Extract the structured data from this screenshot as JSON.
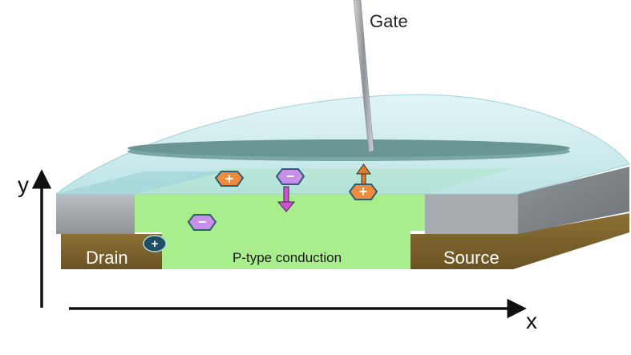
{
  "labels": {
    "gate": "Gate",
    "drain": "Drain",
    "source": "Source",
    "channel": "P-type conduction",
    "y_axis": "y",
    "x_axis": "x"
  },
  "carriers": {
    "plus": "+",
    "minus": "−"
  },
  "colors": {
    "hole": "#f08a3c",
    "electron": "#c98ee8",
    "drain_carrier": "#1f4e63",
    "channel": "#a8ee8c",
    "electrode_top": "#9ea3a8",
    "metal_base": "#7a6230",
    "dielectric_dome": "#bfe6e8",
    "gate_plate": "#6f9a9a",
    "arrow_up": "#e07a2a",
    "arrow_down": "#d24fd8"
  }
}
